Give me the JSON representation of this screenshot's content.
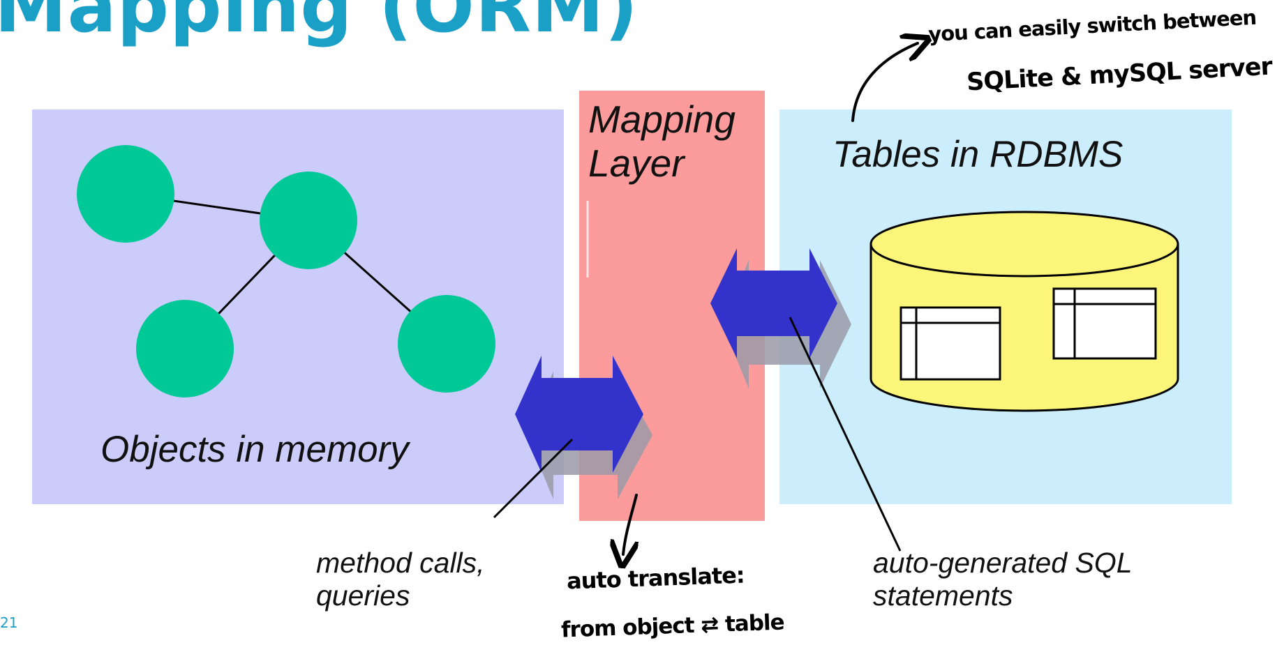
{
  "slide": {
    "title": "Mapping (ORM)",
    "number": "21"
  },
  "panels": {
    "objects_label": "Objects in memory",
    "mapping_label": "Mapping Layer",
    "tables_label": "Tables in RDBMS"
  },
  "callouts": {
    "method_calls": "method calls, queries",
    "sql_statements": "auto-generated SQL statements"
  },
  "handwritten": {
    "switch_line1": "you can easily switch between",
    "switch_line2": "SQLite & mySQL server",
    "translate_line1": "auto translate:",
    "translate_line2": "from object ⇄ table"
  },
  "colors": {
    "title": "#1a9fc6",
    "objects_panel": "#ccccfa",
    "mapping_panel": "#fb9b9b",
    "tables_panel": "#cceefc",
    "object_nodes": "#00c896",
    "arrows": "#3333cc",
    "database": "#fbf67a"
  }
}
